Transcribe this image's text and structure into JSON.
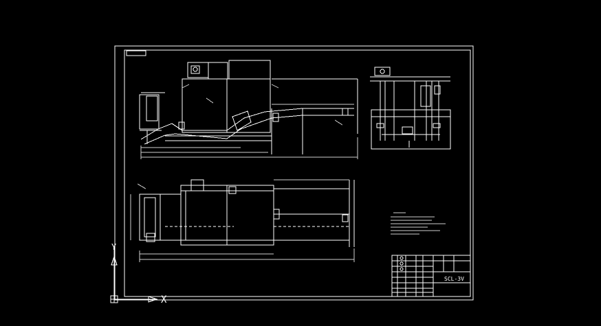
{
  "drawing": {
    "frame_tag": "",
    "title_block": {
      "drawing_code": "SCL-3V"
    }
  },
  "axis_icon": {
    "x_label": "X",
    "y_label": "Y"
  },
  "colors": {
    "background": "#000000",
    "line": "#ffffff",
    "dim": "#cfcfcf"
  }
}
